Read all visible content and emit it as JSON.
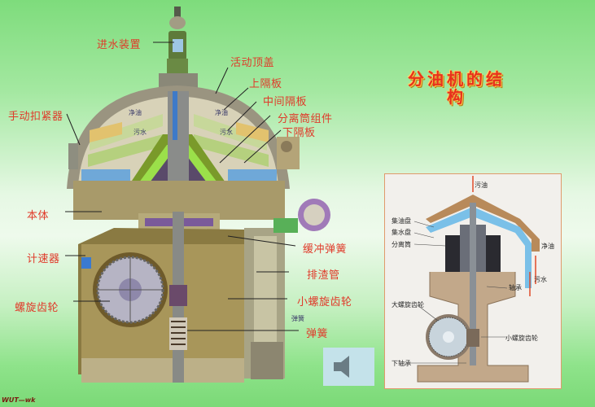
{
  "title": {
    "line1": "分油机的结",
    "line2": "构"
  },
  "labels": {
    "water_inlet": "进水装置",
    "movable_top_cover": "活动顶盖",
    "upper_plate": "上隔板",
    "middle_plate": "中间隔板",
    "separator_bowl_assembly": "分离筒组件",
    "lower_plate": "下隔板",
    "manual_clamp": "手动扣紧器",
    "body": "本体",
    "tachometer": "计速器",
    "spiral_gear": "螺旋齿轮",
    "buffer_spring": "缓冲弹簧",
    "sludge_pipe": "排渣管",
    "small_spiral_gear": "小螺旋齿轮",
    "spring_small": "弹簧",
    "spring": "弹簧"
  },
  "inner_labels": {
    "clean_oil_left": "净油",
    "clean_oil_right": "净油",
    "dirty_water_left": "污水",
    "dirty_water_right": "污水"
  },
  "panel": {
    "dirty_oil": "污油",
    "oil_collector": "集油盘",
    "water_collector": "集水盘",
    "separator_bowl": "分离筒",
    "clean_oil": "净油",
    "dirty_water": "污水",
    "bearing": "轴承",
    "large_spiral_gear": "大螺旋齿轮",
    "small_spiral_gear": "小螺旋齿轮",
    "lower_bearing": "下轴承"
  },
  "speaker": {
    "icon": "speaker-icon"
  },
  "footer": "WUT—wk",
  "colors": {
    "label_red": "#e03a2a",
    "bg_green": "#7edc7c",
    "panel_border": "#e09a6c",
    "speaker_bg": "#c4e2ea"
  }
}
